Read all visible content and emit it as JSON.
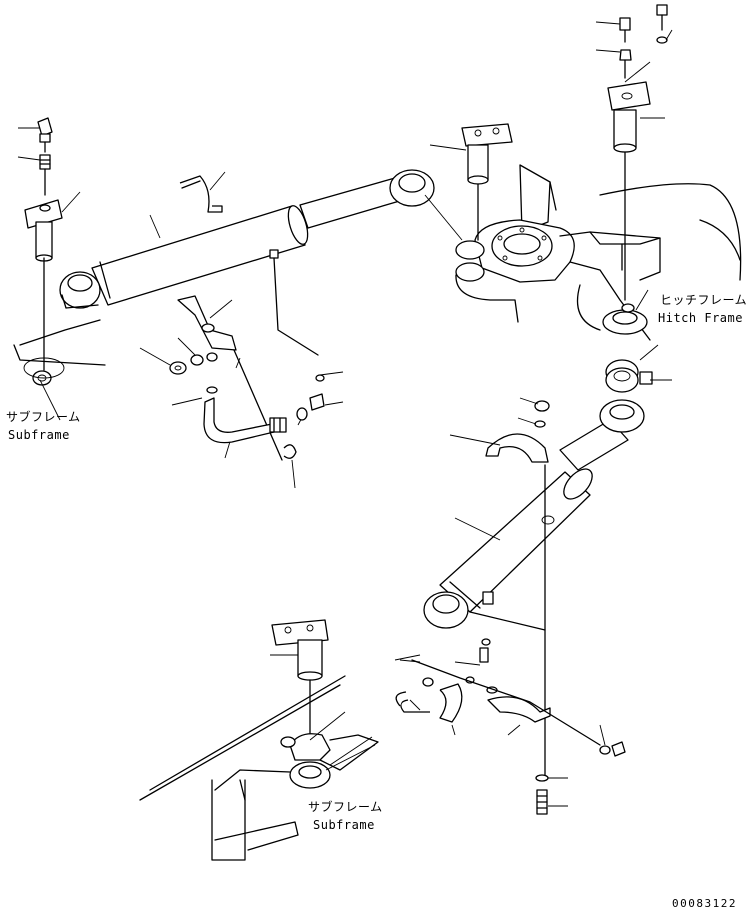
{
  "labels": {
    "subframe_left_jp": "サブフレーム",
    "subframe_left_en": "Subframe",
    "hitch_frame_jp": "ヒッチフレーム",
    "hitch_frame_en": "Hitch Frame",
    "subframe_bottom_jp": "サブフレーム",
    "subframe_bottom_en": "Subframe"
  },
  "drawing_number": "00083122",
  "colors": {
    "line": "#000000",
    "background": "#ffffff"
  }
}
